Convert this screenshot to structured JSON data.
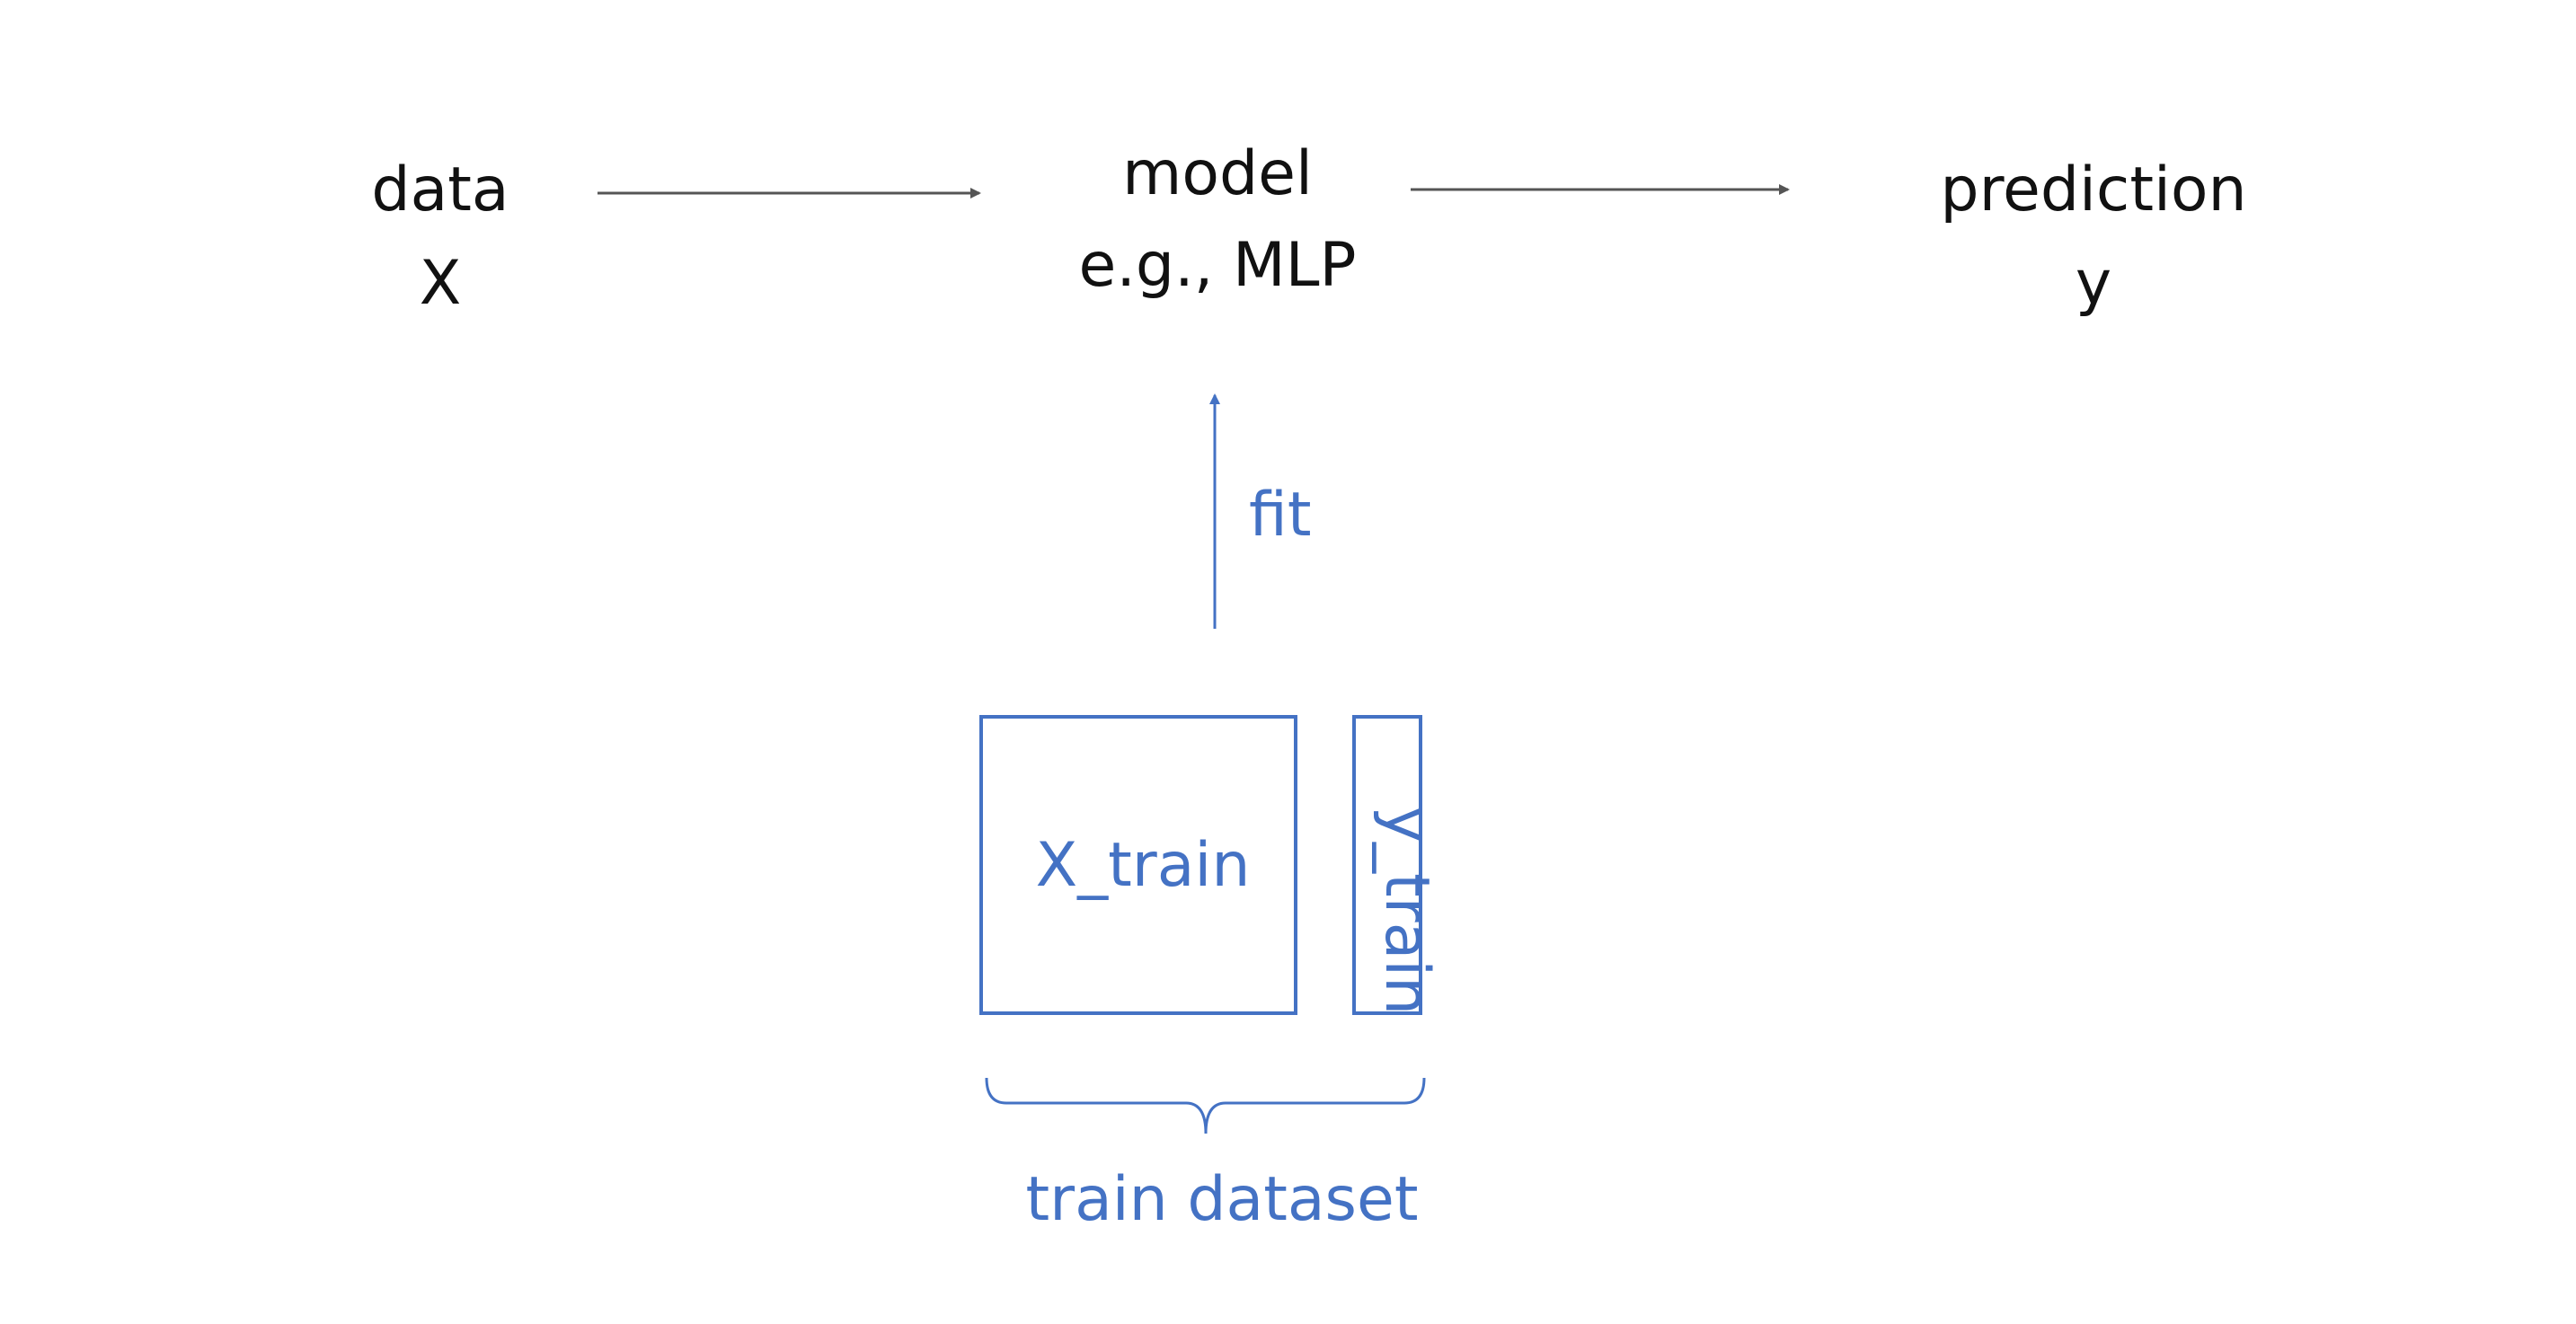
{
  "colors": {
    "text_dark": "#111111",
    "accent_blue": "#4472c4",
    "arrow_gray": "#555555"
  },
  "nodes": {
    "data": {
      "line1": "data",
      "line2": "X"
    },
    "model": {
      "line1": "model",
      "line2": "e.g., MLP"
    },
    "prediction": {
      "line1": "prediction",
      "line2": "y"
    }
  },
  "fit_label": "fit",
  "x_train_label": "X_train",
  "y_train_label": "y_train",
  "train_dataset_label": "train dataset"
}
